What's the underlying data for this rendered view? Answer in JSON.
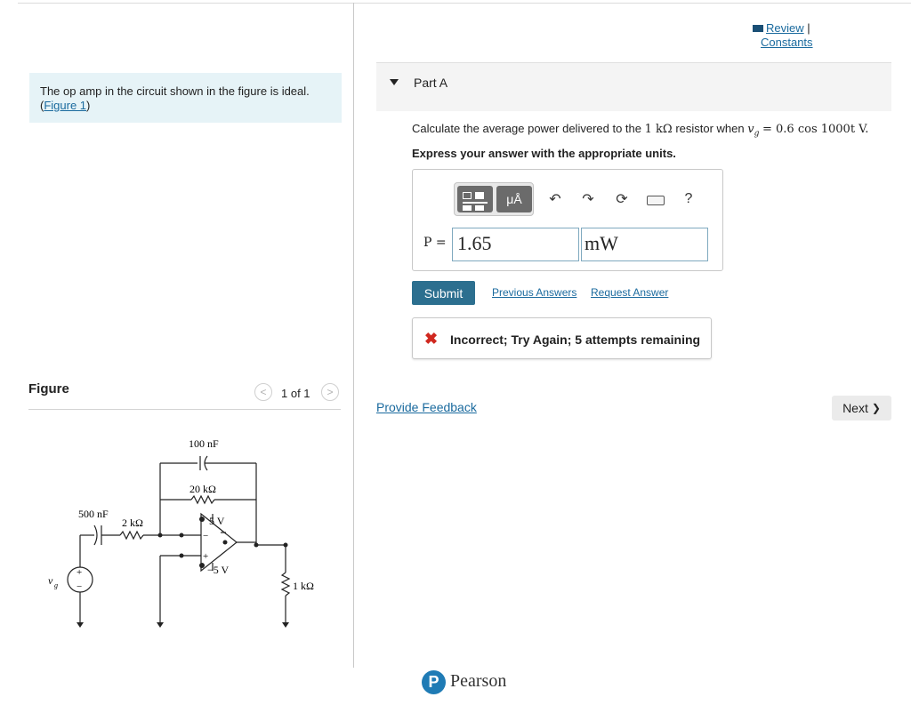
{
  "left_panel": {
    "intro_text": "The op amp in the circuit shown in the figure is ideal.",
    "figure_link_open": "(",
    "figure_link": "Figure 1",
    "figure_link_close": ")",
    "figure_title": "Figure",
    "pager": {
      "prev": "<",
      "text": "1 of 1",
      "next": ">"
    }
  },
  "circuit": {
    "c_top": "100 nF",
    "r_top": "20 kΩ",
    "c_in": "500 nF",
    "r_in": "2 kΩ",
    "v_pos": "5 V",
    "v_neg": "−5 V",
    "r_load": "1 kΩ",
    "source": "v",
    "source_sub": "g",
    "plus": "+",
    "minus": "−"
  },
  "header": {
    "review": "Review",
    "separator": "|",
    "constants": "Constants"
  },
  "part": {
    "label": "Part A",
    "question_prefix": "Calculate the average power delivered to the",
    "question_resistor": "1 kΩ",
    "question_mid": "resistor when",
    "question_expr": "v",
    "question_sub": "g",
    "question_eq": "= 0.6 cos 1000t V.",
    "express": "Express your answer with the appropriate units."
  },
  "toolbar": {
    "units_btn": "μÅ",
    "undo_icon": "undo-icon",
    "redo_icon": "redo-icon",
    "reset_icon": "reset-icon",
    "keyboard_icon": "keyboard-icon",
    "help": "?"
  },
  "answer": {
    "label": "P =",
    "value": "1.65",
    "unit": "mW"
  },
  "actions": {
    "submit": "Submit",
    "previous_answers": "Previous Answers",
    "request_answer": "Request Answer"
  },
  "feedback": {
    "icon": "✖",
    "text": "Incorrect; Try Again; 5 attempts remaining"
  },
  "footer": {
    "provide_feedback": "Provide Feedback",
    "next": "Next",
    "next_chevron": "❯",
    "brand_letter": "P",
    "brand": "Pearson"
  },
  "colors": {
    "link": "#1a6a9e",
    "submit_bg": "#2c6f8f",
    "error": "#d0281f",
    "intro_bg": "#e6f3f7"
  }
}
